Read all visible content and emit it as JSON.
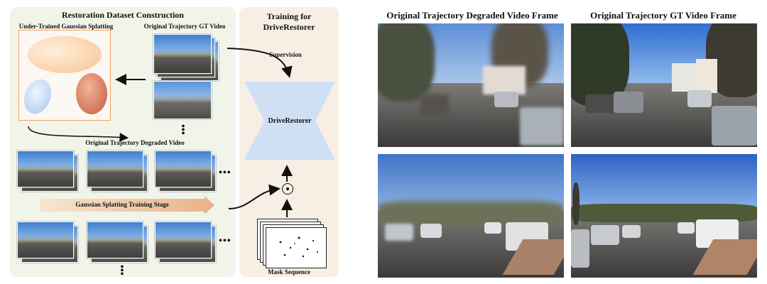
{
  "left": {
    "title": "Restoration Dataset Construction",
    "gs_label": "Under-Trained Gaussian Splatting",
    "gt_label": "Original Trajectory GT Video",
    "degraded_label": "Original Trajectory Degraded Video",
    "stage_label": "Gaussian Splatting Training Stage",
    "ellipsis_h": "•••",
    "ellipsis_v": "•••"
  },
  "middle": {
    "title_line1": "Training for",
    "title_line2": "DriveRestorer",
    "supervision": "Supervision",
    "model": "DriveRestorer",
    "mask_label": "Mask Sequence",
    "operator": "⊙"
  },
  "right": {
    "degraded_title": "Original Trajectory Degraded Video Frame",
    "gt_title": "Original Trajectory GT Video Frame"
  },
  "colors": {
    "left_panel": "#f1f4e9",
    "middle_panel": "#f7efe4",
    "gs_border": "#f2a46a",
    "restorer": "#cfe0f5",
    "stage_arrow": "#e9b58b"
  }
}
